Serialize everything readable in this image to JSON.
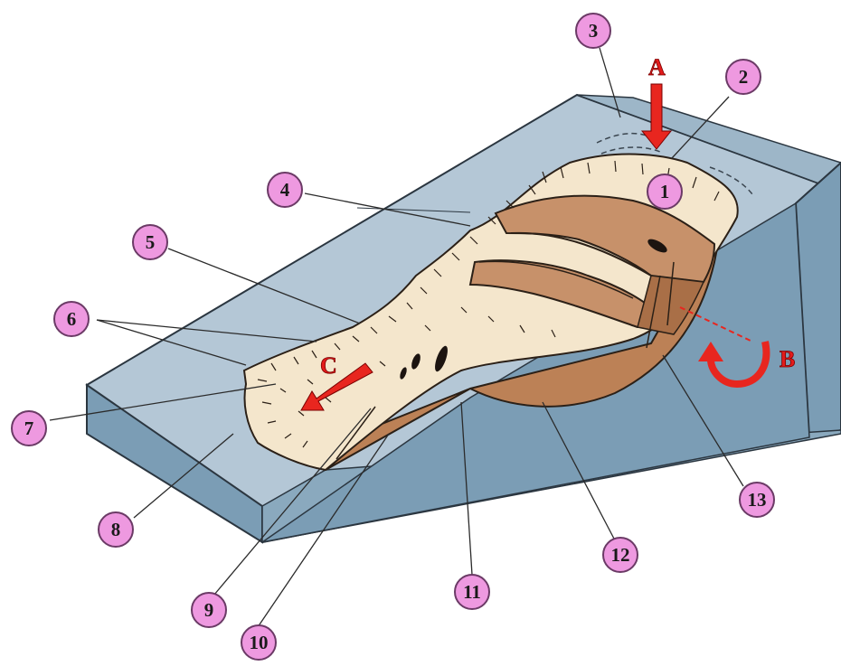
{
  "diagram": {
    "callouts": [
      {
        "id": "c1",
        "label": "1"
      },
      {
        "id": "c2",
        "label": "2"
      },
      {
        "id": "c3",
        "label": "3"
      },
      {
        "id": "c4",
        "label": "4"
      },
      {
        "id": "c5",
        "label": "5"
      },
      {
        "id": "c6",
        "label": "6"
      },
      {
        "id": "c7",
        "label": "7"
      },
      {
        "id": "c8",
        "label": "8"
      },
      {
        "id": "c9",
        "label": "9"
      },
      {
        "id": "c10",
        "label": "10"
      },
      {
        "id": "c11",
        "label": "11"
      },
      {
        "id": "c12",
        "label": "12"
      },
      {
        "id": "c13",
        "label": "13"
      }
    ],
    "arrows": [
      {
        "id": "A",
        "label": "A"
      },
      {
        "id": "B",
        "label": "B"
      },
      {
        "id": "C",
        "label": "C"
      }
    ],
    "colors": {
      "slope_surface": "#b4c7d6",
      "slope_side_front": "#7b9db5",
      "slope_side_right": "#7b9db5",
      "slope_top_left": "#a9bfcf",
      "debris": "#f4e6cc",
      "slump_block": "#c7916a",
      "rupture_surface": "#bc8156",
      "callout_fill": "#ee99e0",
      "callout_stroke": "#6b3a66",
      "arrow_red": "#e8261f"
    }
  }
}
